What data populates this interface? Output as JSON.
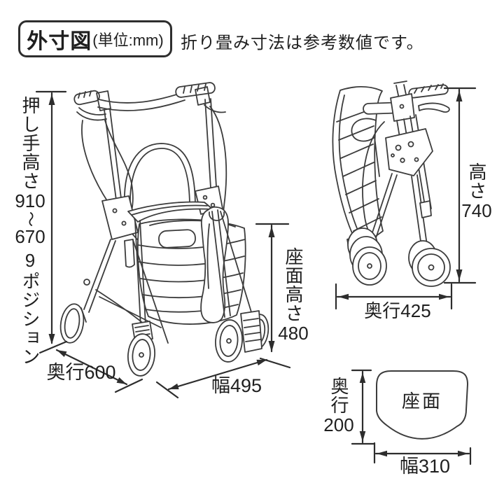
{
  "header": {
    "title": "外寸図",
    "title_unit": "(単位:mm)",
    "note": "折り畳み寸法は参考数値です。"
  },
  "main_view": {
    "handle_height": {
      "label": "押し手高さ",
      "max": "910",
      "range_mark": "〜",
      "min": "670",
      "positions_count": "9",
      "positions_label": "ポジション"
    },
    "depth_label": "奥行600",
    "width_label": "幅495",
    "seat_height": {
      "label": "座面高さ",
      "value": "480"
    }
  },
  "folded_view": {
    "height": {
      "label": "高さ",
      "value": "740"
    },
    "depth_label": "奥行425"
  },
  "seat_detail": {
    "depth": {
      "label": "奥行",
      "value": "200"
    },
    "surface_label": "座面",
    "width_label": "幅310"
  },
  "colors": {
    "drawing_line": "#3c3c3c",
    "dimension_line": "#2d2d2d",
    "text": "#1f1f1f",
    "background": "#ffffff"
  }
}
